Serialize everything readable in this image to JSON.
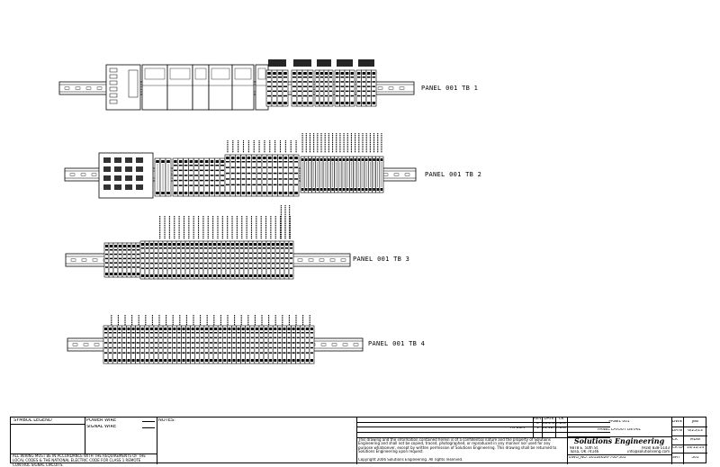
{
  "panels": [
    {
      "id": "tb1",
      "label": "PANEL 001 TB 1"
    },
    {
      "id": "tb2",
      "label": "PANEL 001 TB 2"
    },
    {
      "id": "tb3",
      "label": "PANEL 001 TB 3"
    },
    {
      "id": "tb4",
      "label": "PANEL 001 TB 4"
    }
  ],
  "title_block": {
    "symbol_legend": "SYMBOL LEGEND",
    "power_wire": "POWER WIRE",
    "signal_wire": "SIGNAL WIRE",
    "notes": "NOTES:",
    "code_note": "ALL WIRING MUST BE IN ACCORDANCE WITH THE REQUIREMENTS OF THE LOCAL CODES & THE NATIONAL ELECTRIC CODE FOR CLASS 1 REMOTE CONTROL SIGNAL CIRCUITS.",
    "revisions": {
      "headers": [
        "REV",
        "DATE",
        "CK"
      ],
      "rows": [
        {
          "desc": "",
          "rev": "0",
          "date": "6/25/13",
          "ck": "MDW"
        },
        {
          "desc": "As Built",
          "rev": "1",
          "date": "10/12/14",
          "ck": "MDW"
        }
      ]
    },
    "confidential": "This drawing and the information contained herein is of a confidential nature and the property of Solutions Engineering and shall not be copied, traced, photographed, or reproduced in any manner nor used for any purpose whatsoever, except by written permission of Solutions Engineering. This drawing shall be returned to Solutions Engineering upon request.",
    "copyright": "Copyright 2006 Solutions Engineering. All rights reserved.",
    "panel_name": "PANEL 001",
    "sheet_title": "PANEL LAYOUT DETAIL",
    "company": "Solutions Engineering",
    "address_1": "9878 E. 50th St.",
    "address_2": "Tulsa, OK 74146",
    "phone": "(918) 838-5143",
    "email": "info@solutionseng.com",
    "dwg_no": "DWG_NO. 2012E626-700-501",
    "fields": [
      {
        "label": "DWN",
        "value": "JBB"
      },
      {
        "label": "DATE",
        "value": "6/25/13"
      },
      {
        "label": "CK",
        "value": "MDW"
      },
      {
        "label": "CK DATE",
        "value": "10/12/14"
      },
      {
        "label": "SHT",
        "value": "501"
      }
    ]
  }
}
